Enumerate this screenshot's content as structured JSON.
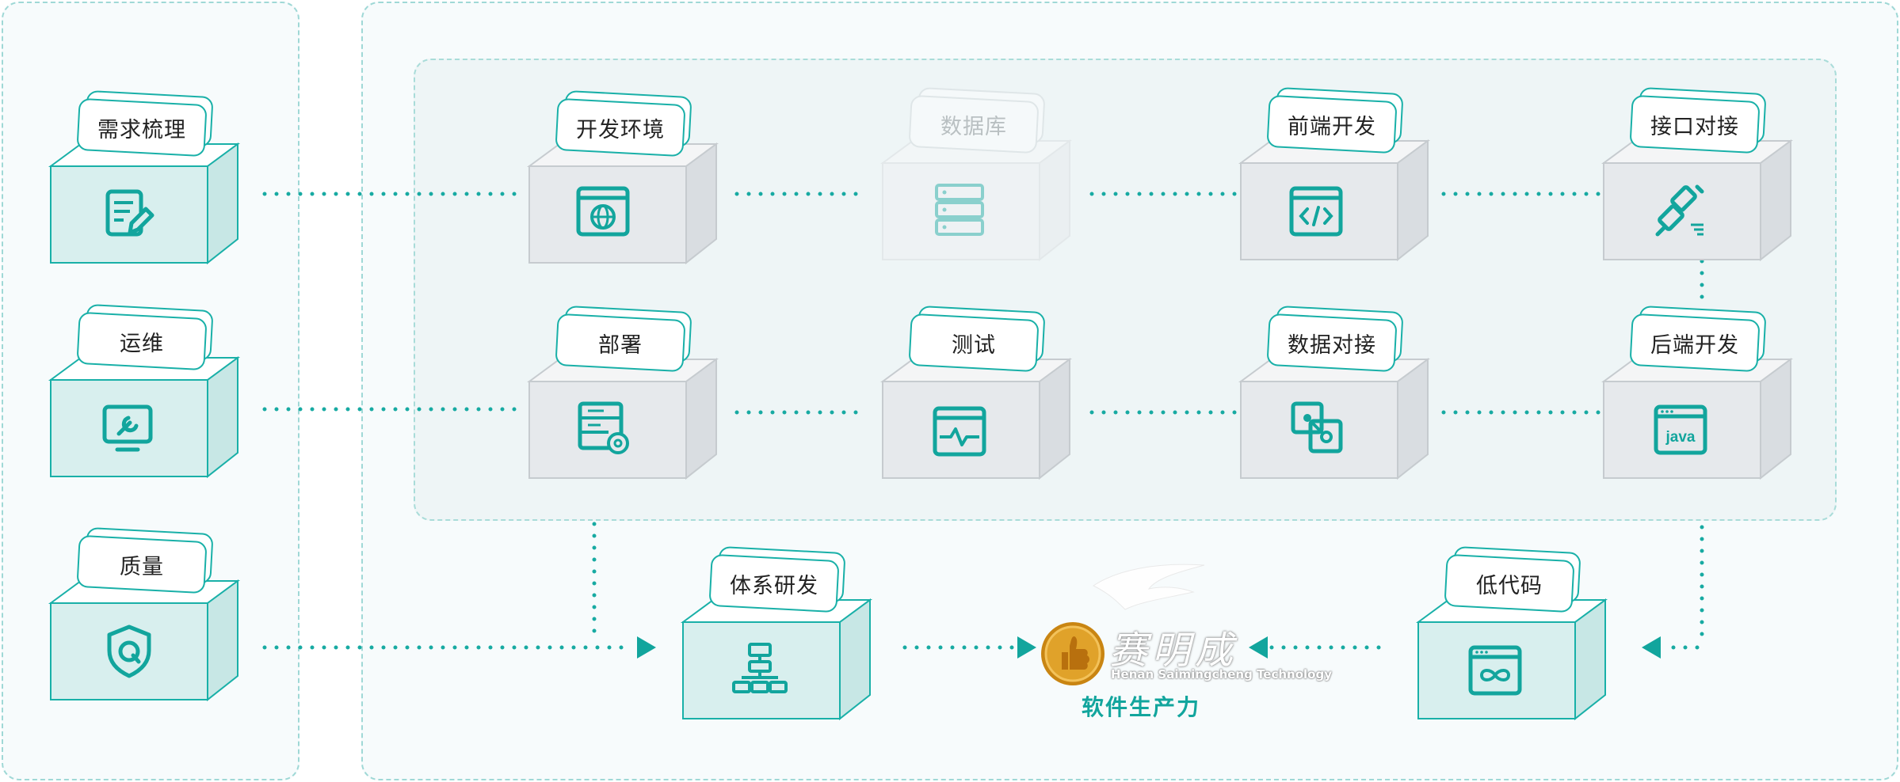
{
  "left_nodes": [
    {
      "label": "需求梳理",
      "icon": "edit-document-icon"
    },
    {
      "label": "运维",
      "icon": "monitor-wrench-icon"
    },
    {
      "label": "质量",
      "icon": "shield-q-icon"
    }
  ],
  "dev_row1": [
    {
      "label": "开发环境",
      "icon": "browser-globe-icon"
    },
    {
      "label": "数据库",
      "icon": "database-server-icon"
    },
    {
      "label": "前端开发",
      "icon": "code-window-icon"
    },
    {
      "label": "接口对接",
      "icon": "plug-connector-icon"
    }
  ],
  "dev_row2": [
    {
      "label": "部署",
      "icon": "server-gear-icon"
    },
    {
      "label": "测试",
      "icon": "pulse-window-icon"
    },
    {
      "label": "数据对接",
      "icon": "linked-squares-icon"
    },
    {
      "label": "后端开发",
      "icon": "java-window-icon"
    }
  ],
  "bottom_nodes": [
    {
      "label": "体系研发",
      "icon": "org-chart-icon"
    },
    {
      "label": "低代码",
      "icon": "infinity-window-icon"
    }
  ],
  "center": {
    "logo_text": "赛明成",
    "logo_subtext": "Henan Saimingcheng Technology",
    "caption": "软件生产力"
  },
  "colors": {
    "accent": "#12a59d",
    "box_teal_front": "#d8efee",
    "box_grey_front": "#e6e9ec",
    "dashed_border": "#9fd8d6"
  }
}
